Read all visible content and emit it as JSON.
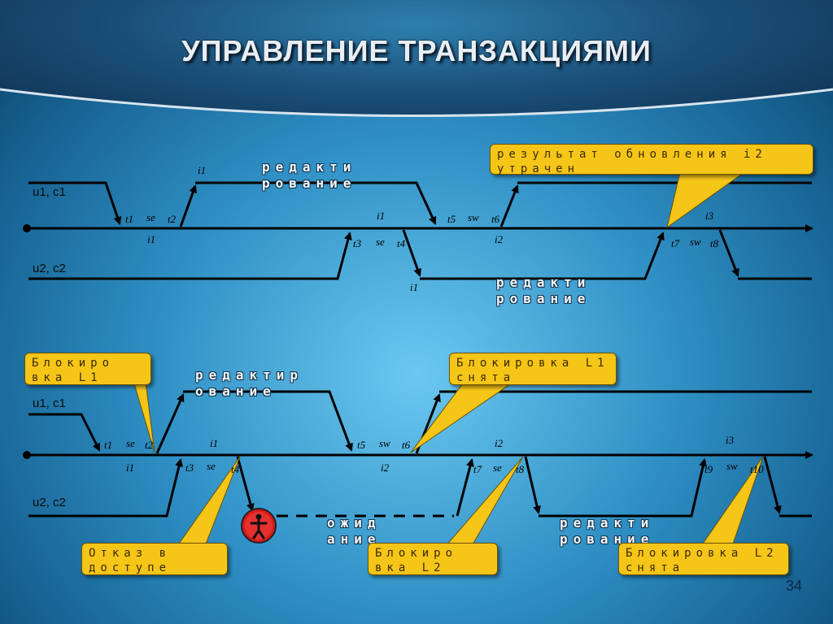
{
  "slide": {
    "title": "УПРАВЛЕНИЕ ТРАНЗАКЦИЯМИ",
    "page_number": "34"
  },
  "top": {
    "lane1": "u1, c1",
    "lane2": "u2, c2",
    "text_editing_1": "редакти рование",
    "text_editing_2": "редакти рование",
    "callout_result": "результат обновления i2 утрачен",
    "labels": {
      "t1": "t1",
      "se1": "se",
      "t2": "t2",
      "i1_a": "i1",
      "i1_b": "i1",
      "i1_c": "i1",
      "t3": "t3",
      "se2": "se",
      "t4": "t4",
      "i1_d": "i1",
      "t5": "t5",
      "sw1": "sw",
      "t6": "t6",
      "i2": "i2",
      "i3": "i3",
      "t7": "t7",
      "sw2": "sw",
      "t8": "t8"
    }
  },
  "bottom": {
    "lane1": "u1, c1",
    "lane2": "u2, c2",
    "text_editing_1": "редактир ование",
    "text_editing_2": "редакти рование",
    "text_waiting": "ожид ание",
    "callout_lock1": "Блокиро вка L1",
    "callout_unlock1": "Блокировка L1 снята",
    "callout_refuse": "Отказ в доступе",
    "callout_lock2": "Блокиро вка L2",
    "callout_unlock2": "Блокировка L2 снята",
    "labels": {
      "t1": "t1",
      "se1": "se",
      "t2": "t2",
      "i1_a": "i1",
      "i1_b": "i1",
      "t3": "t3",
      "se2": "se",
      "t4": "t4",
      "t5": "t5",
      "sw1": "sw",
      "t6": "t6",
      "i2_a": "i2",
      "i2_b": "i2",
      "t7": "t7",
      "se3": "se",
      "t8": "t8",
      "i3": "i3",
      "t9": "t9",
      "sw2": "sw",
      "t10": "t10"
    }
  },
  "colors": {
    "callout": "#f5c518",
    "line": "#000000",
    "stop_icon": "#d81b1b"
  }
}
